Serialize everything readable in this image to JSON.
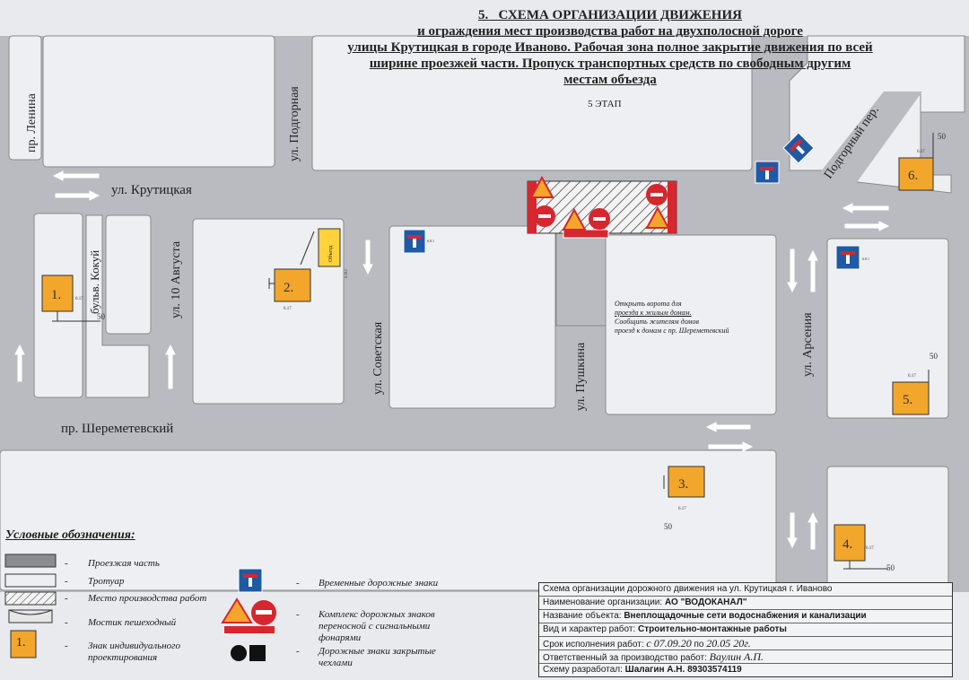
{
  "title": {
    "number": "5.",
    "heading": "СХЕМА ОРГАНИЗАЦИИ ДВИЖЕНИЯ",
    "line2": "и ограждения мест производства  работ на двухполосной дороге",
    "line3": "улицы Крутицкая в городе Иваново. Рабочая зона полное закрытие движения по всей",
    "line4": "ширине проезжей части. Пропуск транспортных средств по свободным другим",
    "line5": "местам объезда"
  },
  "stage": "5 ЭТАП",
  "streets": {
    "lenina": "пр. Ленина",
    "podgornaya": "ул. Подгорная",
    "krutitskaya": "ул. Крутицкая",
    "podgorny": "Подгорный пер.",
    "kokuy": "бульв. Кокуй",
    "avgusta": "ул. 10 Августа",
    "sovetskaya": "ул. Советская",
    "pushkina": "ул. Пушкина",
    "arseniya": "ул. Арсения",
    "sheremetevsky": "пр. Шереметевский"
  },
  "signs": {
    "s1": "1.",
    "s2": "2.",
    "s3": "3.",
    "s4": "4.",
    "s5": "5.",
    "s6": "6.",
    "code": "6.17",
    "dist": "50",
    "dead_end_code": "6.8.1",
    "detour_code": "6.18.2",
    "detour_label": "Объезд"
  },
  "note": {
    "line1": "Открыть ворота для",
    "line2": "проезда к жилым домам.",
    "line3": "Сообщить жителям домов",
    "line4": "проезд к домам с пр. Шереметевский"
  },
  "legend": {
    "heading": "Условные обозначения:",
    "dash": "-",
    "carriageway": "Проезжая часть",
    "sidewalk": "Тротуар",
    "worksite": "Место производства работ",
    "bridge": "Мостик пешеходный",
    "custom_sign": "Знак индивидуального проектирования",
    "temp_signs": "Временные дорожные знаки",
    "complex": "Комплекс дорожных знаков переносной с сигнальными фонарями",
    "covered": "Дорожные знаки закрытые чехлами",
    "custom_num": "1."
  },
  "info": {
    "row1": "Схема организации дорожного движения на ул. Крутицкая г. Иваново",
    "row2_label": "Наименование организации:",
    "row2_value": "АО \"ВОДОКАНАЛ\"",
    "row3_label": "Название объекта:",
    "row3_value": "Внеплощадочные сети водоснабжения и канализации",
    "row4_label": "Вид и характер работ:",
    "row4_value": "Строительно-монтажные работы",
    "row5_label": "Срок исполнения работ:",
    "row5_from": "с 07.09.20",
    "row5_to_label": "по",
    "row5_to": "20.05 20г.",
    "row6_label": "Ответственный за производство работ:",
    "row6_value": "Ваулин А.П.",
    "row7_label": "Схему разработал:",
    "row7_value": "Шалагин А.Н. 89303574119"
  },
  "colors": {
    "road": "#b9bbc1",
    "block": "#eeeff2",
    "custom_sign": "#f2a62c",
    "sign_blue": "#1f5aa6",
    "sign_red": "#d6262e"
  }
}
